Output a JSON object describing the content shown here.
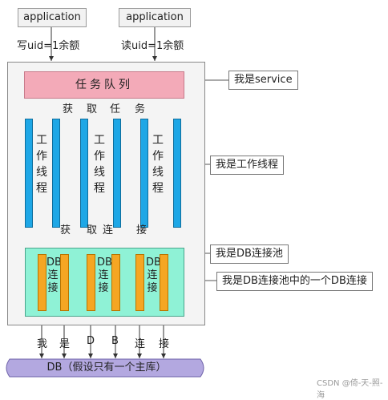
{
  "applications": [
    {
      "label": "application",
      "request": "写uid=1余额"
    },
    {
      "label": "application",
      "request": "读uid=1余额"
    }
  ],
  "service": {
    "task_queue": "任务队列",
    "fetch_task_chars": [
      "获",
      "取",
      "任",
      "务"
    ],
    "workers": [
      {
        "label": "工作线程"
      },
      {
        "label": "工作线程"
      },
      {
        "label": "工作线程"
      }
    ],
    "fetch_conn_chars": [
      "获",
      "取",
      "连",
      "接"
    ],
    "pool_connections": [
      {
        "label": "DB连接"
      },
      {
        "label": "DB连接"
      },
      {
        "label": "DB连接"
      }
    ]
  },
  "bottom_chars": [
    "我",
    "是",
    "D",
    "B",
    "连",
    "接"
  ],
  "callouts": {
    "service": "我是service",
    "worker": "我是工作线程",
    "pool": "我是DB连接池",
    "connection": "我是DB连接池中的一个DB连接"
  },
  "database": {
    "label": "DB（假设只有一个主库）"
  },
  "watermark": "CSDN @倚-天-照-海",
  "colors": {
    "task_queue": "#f3aab8",
    "worker": "#1ea7e6",
    "pool": "#8ff2d6",
    "connection": "#f5a623",
    "database": "#b3a8e0"
  }
}
